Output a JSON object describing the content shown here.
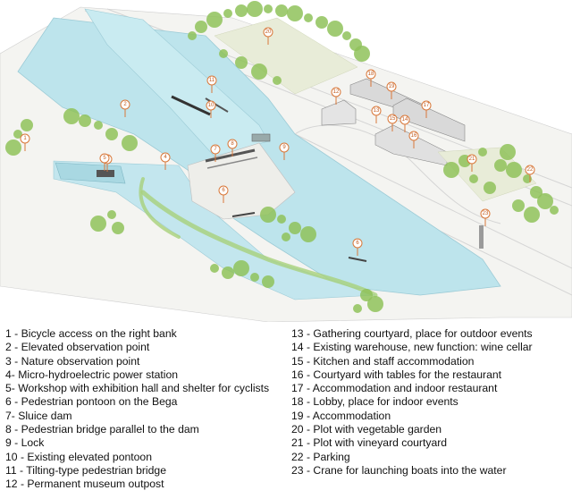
{
  "legend": {
    "items": [
      "1 - Bicycle access on the right bank",
      "2 - Elevated observation point",
      "3 - Nature observation point",
      "4- Micro-hydroelectric power station",
      "5- Workshop with exhibition hall and shelter for cyclists",
      "6 - Pedestrian pontoon on the Bega",
      "7- Sluice dam",
      "8 - Pedestrian bridge parallel to the dam",
      "9 - Lock",
      "10 - Existing elevated pontoon",
      "11 - Tilting-type pedestrian bridge",
      "12 - Permanent museum outpost",
      "13 - Gathering courtyard, place for outdoor events",
      "14 - Existing warehouse, new function: wine cellar",
      "15 - Kitchen and staff accommodation",
      "16 - Courtyard with tables for the restaurant",
      "17 - Accommodation and indoor restaurant",
      "18 - Lobby, place for indoor events",
      "19 -  Accommodation",
      "20 - Plot with vegetable garden",
      "21 - Plot with vineyard courtyard",
      "22 - Parking",
      "23 - Crane for launching boats into the water"
    ]
  },
  "markers": [
    {
      "label": "1"
    },
    {
      "label": "2"
    },
    {
      "label": "3"
    },
    {
      "label": "4"
    },
    {
      "label": "5"
    },
    {
      "label": "6"
    },
    {
      "label": "6"
    },
    {
      "label": "7"
    },
    {
      "label": "8"
    },
    {
      "label": "9"
    },
    {
      "label": "10"
    },
    {
      "label": "11"
    },
    {
      "label": "12"
    },
    {
      "label": "13"
    },
    {
      "label": "14"
    },
    {
      "label": "15"
    },
    {
      "label": "16"
    },
    {
      "label": "17"
    },
    {
      "label": "18"
    },
    {
      "label": "19"
    },
    {
      "label": "20"
    },
    {
      "label": "21"
    },
    {
      "label": "22"
    },
    {
      "label": "23"
    }
  ],
  "colors": {
    "water": "#b9e3ea",
    "land": "#f3f3f0",
    "tree": "#8fc25a",
    "marker": "#d9783a"
  }
}
